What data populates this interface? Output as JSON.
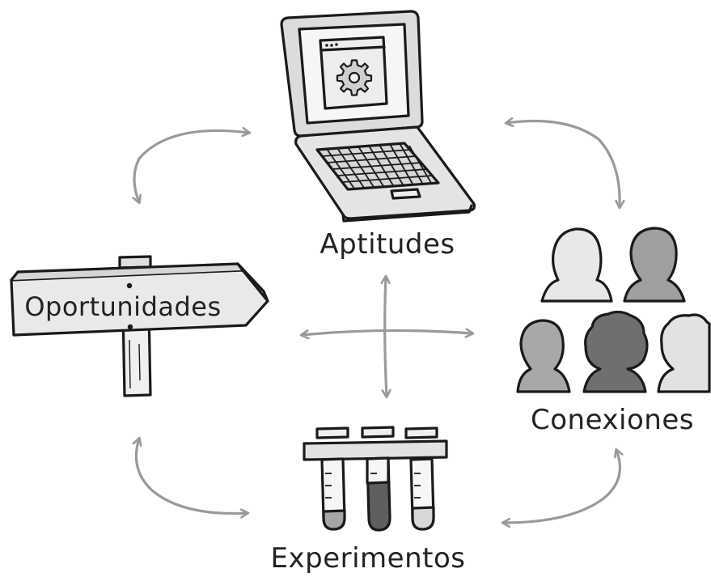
{
  "nodes": {
    "top": {
      "label": "Aptitudes",
      "icon": "laptop-gear-icon"
    },
    "left": {
      "label": "Oportunidades",
      "icon": "signpost-icon"
    },
    "right": {
      "label": "Conexiones",
      "icon": "people-group-icon"
    },
    "bottom": {
      "label": "Experimentos",
      "icon": "test-tubes-icon"
    }
  },
  "colors": {
    "ink": "#1a1a1a",
    "arrow": "#9a9a9a",
    "light_fill": "#e6e6e6",
    "mid_fill": "#9c9c9c",
    "dark_fill": "#707070"
  }
}
